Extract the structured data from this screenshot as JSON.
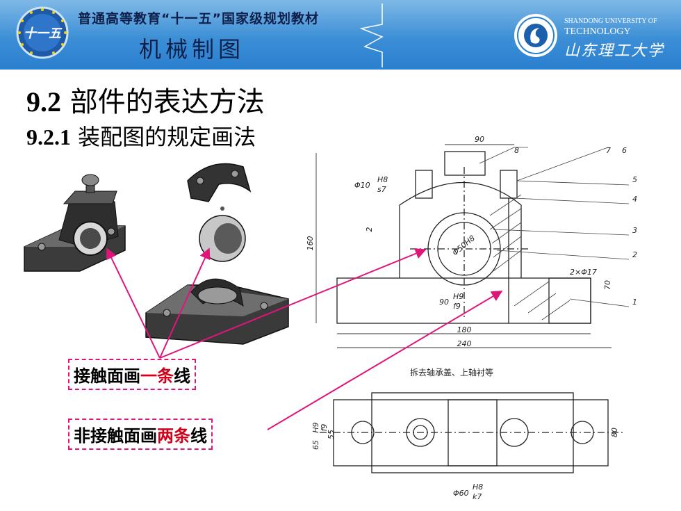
{
  "header": {
    "series_title": "普通高等教育“十一五”国家级规划教材",
    "course_title": "机械制图",
    "logo_left_text": "十一五",
    "university_en_line1": "SHANDONG UNIVERSITY OF",
    "university_en_line2": "TECHNOLOGY",
    "university_cn": "山东理工大学"
  },
  "slide": {
    "heading_number": "9.2",
    "heading_text": "部件的表达方法",
    "subheading_number": "9.2.1",
    "subheading_text": "装配图的规定画法"
  },
  "callouts": {
    "contact": {
      "pre": "接触面画",
      "highlight": "一条",
      "post": "线"
    },
    "non_contact": {
      "pre": "非接触面画",
      "highlight": "两条",
      "post": "线"
    }
  },
  "drawing_labels": {
    "dim_90": "90",
    "dim_160": "160",
    "dim_180": "180",
    "dim_240": "240",
    "dim_70": "70",
    "dim_2": "2",
    "dim_55": "55",
    "dim_65": "65",
    "dim_80": "80",
    "phi10": "Φ10",
    "phi10_fit_top": "H8",
    "phi10_fit_bottom": "s7",
    "phi50": "Φ50H8",
    "fit90": "90",
    "fit90_top": "H9",
    "fit90_bottom": "f9",
    "hole_spec": "2×Φ17",
    "fit65_top": "H9",
    "fit65_bottom": "f9",
    "phi60": "Φ60",
    "phi60_top": "H8",
    "phi60_bottom": "k7",
    "view_note": "拆去轴承盖、上轴衬等",
    "part_numbers": [
      "1",
      "2",
      "3",
      "4",
      "5",
      "6",
      "7",
      "8"
    ]
  },
  "colors": {
    "banner": "#3c8fd6",
    "accent_line": "#e0157a",
    "highlight_text": "#d4001a"
  }
}
